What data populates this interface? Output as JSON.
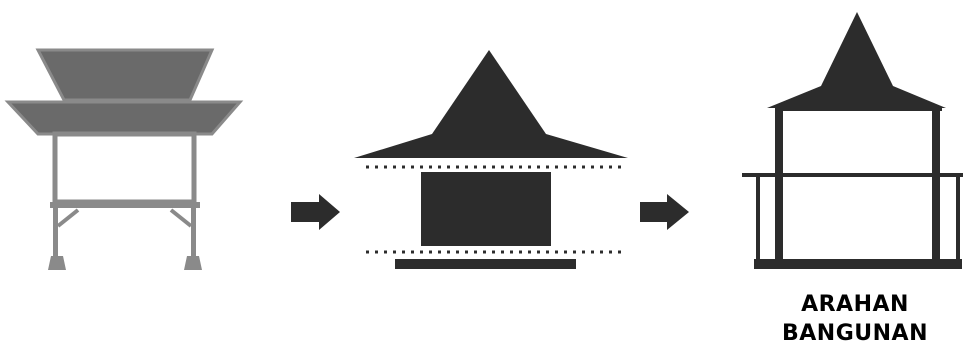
{
  "caption": {
    "line1": "ARAHAN",
    "line2": "BANGUNAN"
  },
  "stages": [
    {
      "id": "stage-1",
      "icon": "traditional-stilt-house-icon"
    },
    {
      "id": "stage-2",
      "icon": "pyramid-roof-house-icon"
    },
    {
      "id": "stage-3",
      "icon": "pyramid-roof-frame-icon"
    }
  ],
  "arrows": [
    {
      "icon": "arrow-right-icon"
    },
    {
      "icon": "arrow-right-icon"
    }
  ],
  "colors": {
    "stage1_fill": "#6a6a6a",
    "stage1_frame": "#8a8a8a",
    "dark_fill": "#2c2c2c",
    "background": "#ffffff"
  }
}
